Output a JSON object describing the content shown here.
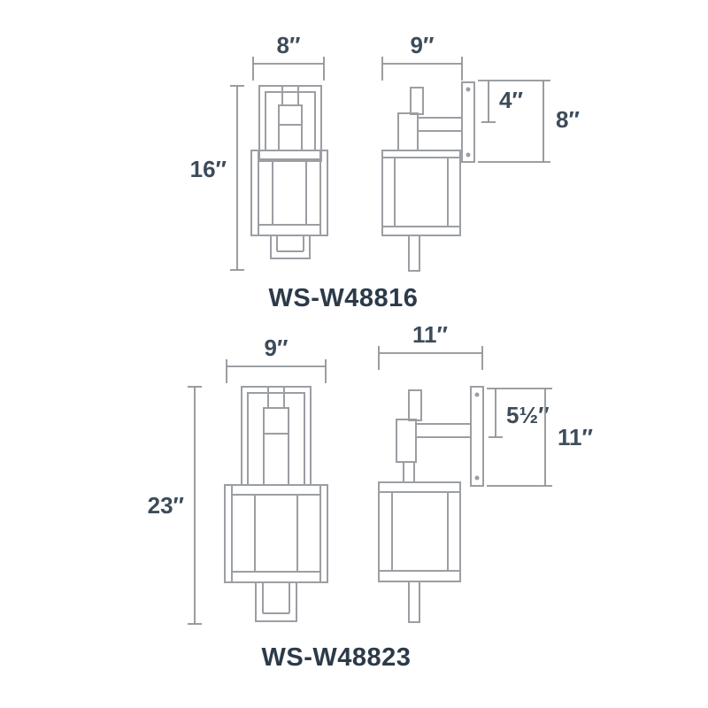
{
  "colors": {
    "background": "#ffffff",
    "drawing_stroke": "#9b9ea3",
    "dimension_stroke": "#8f9397",
    "dimension_text": "#3d4c5a",
    "model_text": "#2c3a49"
  },
  "figures": [
    {
      "model": "WS-W48816",
      "dims": {
        "front_width": "8″",
        "front_height": "16″",
        "side_width": "9″",
        "mount_depth": "4″",
        "backplate_height": "8″"
      }
    },
    {
      "model": "WS-W48823",
      "dims": {
        "front_width": "9″",
        "front_height": "23″",
        "side_width": "11″",
        "mount_depth": "5½″",
        "backplate_height": "11″"
      }
    }
  ]
}
